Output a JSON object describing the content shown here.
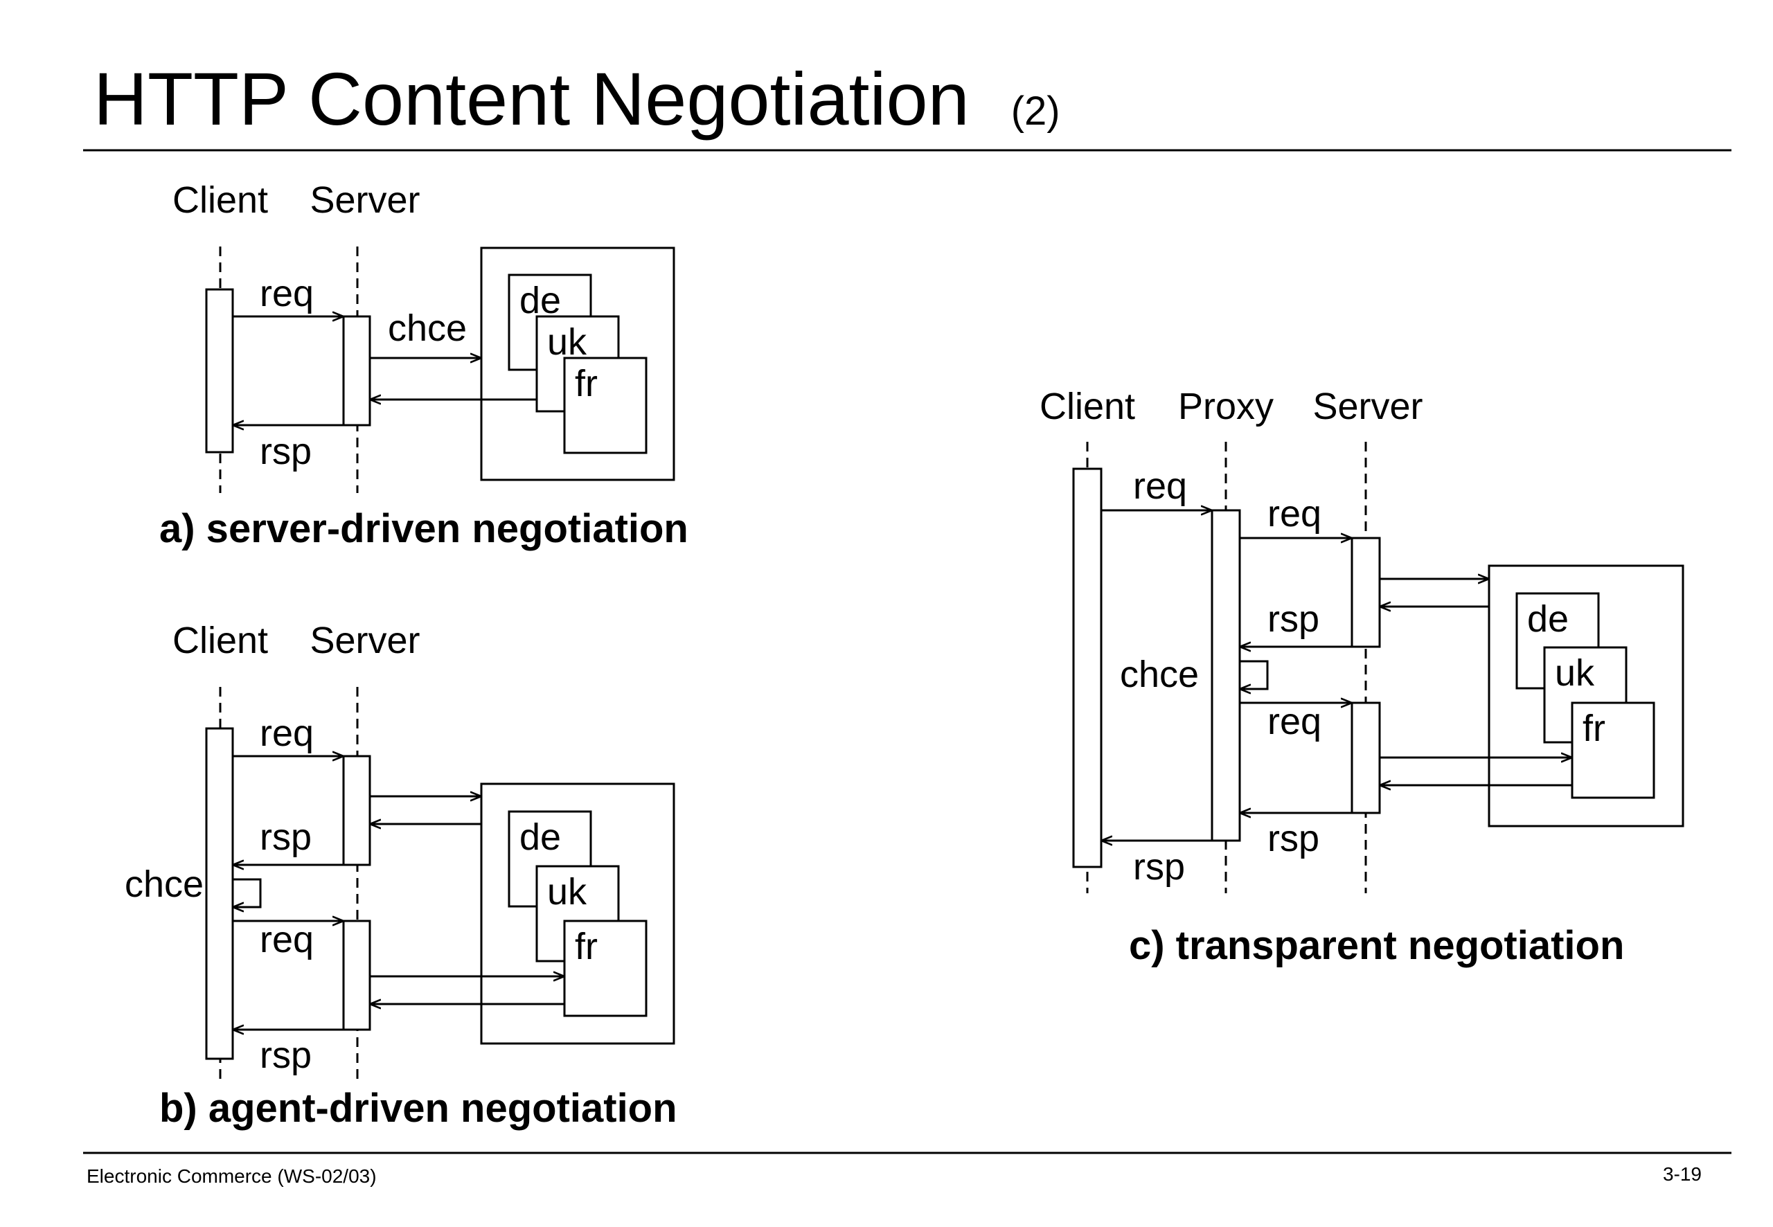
{
  "slide": {
    "title": "HTTP Content Negotiation",
    "title_suffix": "(2)",
    "footer_left": "Electronic Commerce (WS-02/03)",
    "footer_right": "3-19"
  },
  "diagram_a": {
    "caption": "a) server-driven negotiation",
    "client_label": "Client",
    "server_label": "Server",
    "req": "req",
    "chce": "chce",
    "rsp": "rsp",
    "variants": [
      "de",
      "uk",
      "fr"
    ]
  },
  "diagram_b": {
    "caption": "b) agent-driven negotiation",
    "client_label": "Client",
    "server_label": "Server",
    "req1": "req",
    "rsp1": "rsp",
    "chce": "chce",
    "req2": "req",
    "rsp2": "rsp",
    "variants": [
      "de",
      "uk",
      "fr"
    ]
  },
  "diagram_c": {
    "caption": "c) transparent negotiation",
    "client_label": "Client",
    "proxy_label": "Proxy",
    "server_label": "Server",
    "req_client": "req",
    "req_proxy1": "req",
    "rsp_proxy1": "rsp",
    "chce": "chce",
    "req_proxy2": "req",
    "rsp_proxy2": "rsp",
    "rsp_client": "rsp",
    "variants": [
      "de",
      "uk",
      "fr"
    ]
  }
}
